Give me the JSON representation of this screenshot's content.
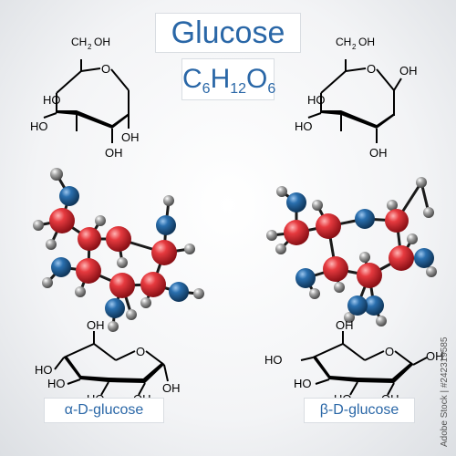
{
  "title": "Glucose",
  "formula": {
    "c": "C",
    "c_n": "6",
    "h": "H",
    "h_n": "12",
    "o": "O",
    "o_n": "6"
  },
  "labels": {
    "ch2oh_c": "CH",
    "ch2oh_sub": "2",
    "ch2oh_oh": "OH",
    "oh": "OH",
    "ring_o": "O",
    "o": "O",
    "ho": "HO"
  },
  "names": {
    "alpha": "α-D-glucose",
    "beta": "β-D-glucose"
  },
  "watermark": "Adobe Stock | #242319585",
  "colors": {
    "title_blue": "#2a67a7",
    "carbon_red": "#d7272f",
    "oxygen_blue": "#1f5f95",
    "hydrogen_gray": "#8c8c8c"
  }
}
